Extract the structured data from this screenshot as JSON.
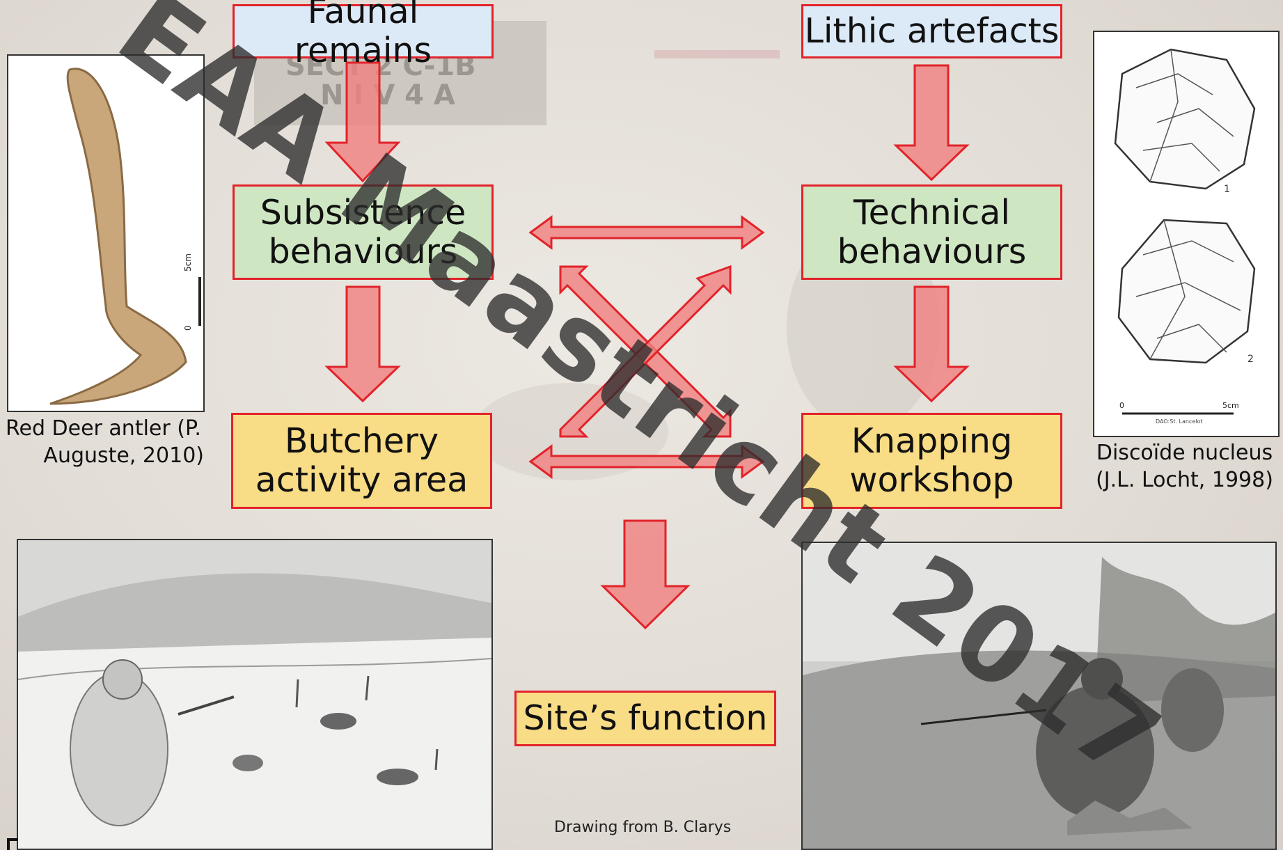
{
  "boxes": {
    "faunal": "Faunal remains",
    "lithic": "Lithic artefacts",
    "subsistence_l1": "Subsistence",
    "subsistence_l2": "behaviours",
    "technical_l1": "Technical",
    "technical_l2": "behaviours",
    "butchery_l1": "Butchery",
    "butchery_l2": "activity area",
    "knapping_l1": "Knapping",
    "knapping_l2": "workshop",
    "site": "Site’s function"
  },
  "captions": {
    "antler_l1": "Red Deer antler (P.",
    "antler_l2": "Auguste, 2010)",
    "nucleus_l1": "Discoïde nucleus",
    "nucleus_l2": "(J.L. Locht, 1998)",
    "drawing_credit": "Drawing from B. Clarys"
  },
  "background_labels": {
    "sign_l1": "SECT 2  C-1B",
    "sign_l2": "N I V  4 A"
  },
  "nucleus_labels": {
    "n1": "1",
    "n2": "2",
    "scale_zero": "0",
    "scale_5cm": "5cm",
    "author": "DAO:St. Lancelot"
  },
  "antler_scale": {
    "zero": "0",
    "five": "5cm"
  },
  "watermark": "EAA Maastricht 2017",
  "colors": {
    "border": "#e2232a",
    "arrow_fill": "#f08080",
    "blue": "#dce9f7",
    "green": "#cfe6c3",
    "yellow": "#f8dc86"
  }
}
